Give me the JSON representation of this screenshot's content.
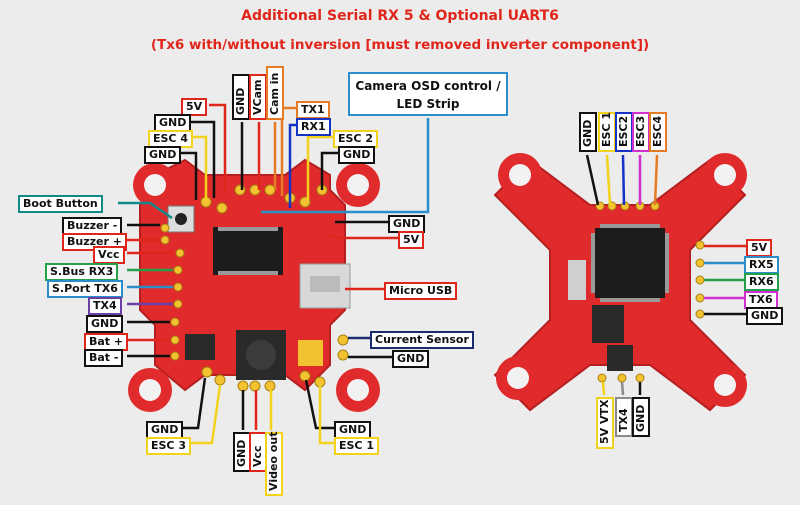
{
  "title": {
    "line1": "Additional Serial RX 5 & Optional UART6",
    "line2": "(Tx6 with/without inversion [must removed inverter component])"
  },
  "osd_box": {
    "line1": "Camera OSD control /",
    "line2": "LED Strip"
  },
  "labels": {
    "v_5v": "5V",
    "v_gnd_top": "GND",
    "v_vcam": "VCam",
    "v_camin": "Cam in",
    "tx1": "TX1",
    "rx1": "RX1",
    "esc4": "ESC 4",
    "gnd_esc4": "GND",
    "esc2": "ESC 2",
    "gnd_esc2": "GND",
    "boot": "Boot Button",
    "buzzer_minus": "Buzzer -",
    "buzzer_plus": "Buzzer +",
    "vcc": "Vcc",
    "sbus": "S.Bus RX3",
    "sport": "S.Port TX6",
    "tx4": "TX4",
    "gnd_left": "GND",
    "bat_plus": "Bat +",
    "bat_minus": "Bat -",
    "gnd_r1": "GND",
    "v5_r": "5V",
    "micro_usb": "Micro USB",
    "current": "Current Sensor",
    "gnd_r2": "GND",
    "gnd_esc3": "GND",
    "esc3": "ESC 3",
    "gnd_esc1": "GND",
    "esc1": "ESC 1",
    "b_gnd": "GND",
    "b_vcc": "Vcc",
    "b_video": "Video out",
    "r_gnd_top": "GND",
    "r_esc1": "ESC 1",
    "r_esc2": "ESC2",
    "r_esc3": "ESC3",
    "r_esc4": "ESC4",
    "r_5v": "5V",
    "r_rx5": "RX5",
    "r_rx6": "RX6",
    "r_tx6": "TX6",
    "r_gnd": "GND",
    "r_5vvtx": "5V VTX",
    "r_tx4": "TX4",
    "r_gnd_bottom": "GND"
  },
  "colors": {
    "title": "#e0261b",
    "board": "#e12a2c",
    "black": "#111111",
    "red": "#e0261b",
    "yellow": "#f2d21b",
    "orange": "#e57b22",
    "blue": "#1533c6",
    "cyan": "#2a8fc8",
    "green": "#22a04a",
    "purple": "#6a3fa8",
    "magenta": "#d12fd0",
    "teal": "#138a8a",
    "navy": "#1c2c6e",
    "gray": "#8a8a8a"
  }
}
